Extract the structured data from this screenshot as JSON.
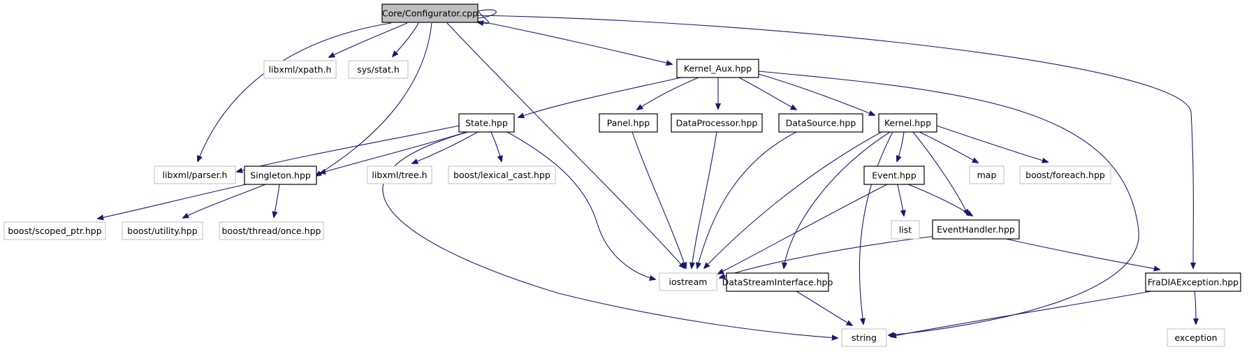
{
  "diagram": {
    "type": "include-dependency-graph",
    "colors": {
      "edge": "#191970",
      "root_fill": "#bfbfbf",
      "local_border": "#000000",
      "external_border": "#bfbfbf",
      "background": "#ffffff"
    },
    "nodes": [
      {
        "id": "configurator",
        "label": "Core/Configurator.cpp",
        "kind": "root"
      },
      {
        "id": "xpath",
        "label": "libxml/xpath.h",
        "kind": "external"
      },
      {
        "id": "stat",
        "label": "sys/stat.h",
        "kind": "external"
      },
      {
        "id": "kernel_aux",
        "label": "Kernel_Aux.hpp",
        "kind": "local"
      },
      {
        "id": "state",
        "label": "State.hpp",
        "kind": "local"
      },
      {
        "id": "panel",
        "label": "Panel.hpp",
        "kind": "local"
      },
      {
        "id": "dataprocessor",
        "label": "DataProcessor.hpp",
        "kind": "local"
      },
      {
        "id": "datasource",
        "label": "DataSource.hpp",
        "kind": "local"
      },
      {
        "id": "kernel",
        "label": "Kernel.hpp",
        "kind": "local"
      },
      {
        "id": "parser",
        "label": "libxml/parser.h",
        "kind": "external"
      },
      {
        "id": "singleton",
        "label": "Singleton.hpp",
        "kind": "local"
      },
      {
        "id": "tree",
        "label": "libxml/tree.h",
        "kind": "external"
      },
      {
        "id": "lexical_cast",
        "label": "boost/lexical_cast.hpp",
        "kind": "external"
      },
      {
        "id": "event",
        "label": "Event.hpp",
        "kind": "local"
      },
      {
        "id": "map",
        "label": "map",
        "kind": "external"
      },
      {
        "id": "foreach",
        "label": "boost/foreach.hpp",
        "kind": "external"
      },
      {
        "id": "scoped_ptr",
        "label": "boost/scoped_ptr.hpp",
        "kind": "external"
      },
      {
        "id": "utility",
        "label": "boost/utility.hpp",
        "kind": "external"
      },
      {
        "id": "once",
        "label": "boost/thread/once.hpp",
        "kind": "external"
      },
      {
        "id": "list",
        "label": "list",
        "kind": "external"
      },
      {
        "id": "eventhandler",
        "label": "EventHandler.hpp",
        "kind": "local"
      },
      {
        "id": "iostream",
        "label": "iostream",
        "kind": "external"
      },
      {
        "id": "datastream",
        "label": "DataStreamInterface.hpp",
        "kind": "local"
      },
      {
        "id": "fradia",
        "label": "FraDIAException.hpp",
        "kind": "local"
      },
      {
        "id": "string",
        "label": "string",
        "kind": "external"
      },
      {
        "id": "exception",
        "label": "exception",
        "kind": "external"
      }
    ],
    "edges": [
      [
        "configurator",
        "configurator"
      ],
      [
        "configurator",
        "xpath"
      ],
      [
        "configurator",
        "stat"
      ],
      [
        "configurator",
        "kernel_aux"
      ],
      [
        "configurator",
        "parser"
      ],
      [
        "configurator",
        "singleton"
      ],
      [
        "configurator",
        "iostream"
      ],
      [
        "configurator",
        "fradia"
      ],
      [
        "kernel_aux",
        "state"
      ],
      [
        "kernel_aux",
        "panel"
      ],
      [
        "kernel_aux",
        "dataprocessor"
      ],
      [
        "kernel_aux",
        "datasource"
      ],
      [
        "kernel_aux",
        "kernel"
      ],
      [
        "kernel_aux",
        "string"
      ],
      [
        "state",
        "parser"
      ],
      [
        "state",
        "singleton"
      ],
      [
        "state",
        "tree"
      ],
      [
        "state",
        "lexical_cast"
      ],
      [
        "state",
        "iostream"
      ],
      [
        "state",
        "string"
      ],
      [
        "panel",
        "iostream"
      ],
      [
        "dataprocessor",
        "iostream"
      ],
      [
        "datasource",
        "iostream"
      ],
      [
        "kernel",
        "iostream"
      ],
      [
        "kernel",
        "datastream"
      ],
      [
        "kernel",
        "string"
      ],
      [
        "kernel",
        "event"
      ],
      [
        "kernel",
        "eventhandler"
      ],
      [
        "kernel",
        "map"
      ],
      [
        "kernel",
        "foreach"
      ],
      [
        "singleton",
        "scoped_ptr"
      ],
      [
        "singleton",
        "utility"
      ],
      [
        "singleton",
        "once"
      ],
      [
        "event",
        "iostream"
      ],
      [
        "event",
        "list"
      ],
      [
        "event",
        "eventhandler"
      ],
      [
        "eventhandler",
        "iostream"
      ],
      [
        "eventhandler",
        "fradia"
      ],
      [
        "datastream",
        "string"
      ],
      [
        "fradia",
        "string"
      ],
      [
        "fradia",
        "exception"
      ]
    ]
  }
}
